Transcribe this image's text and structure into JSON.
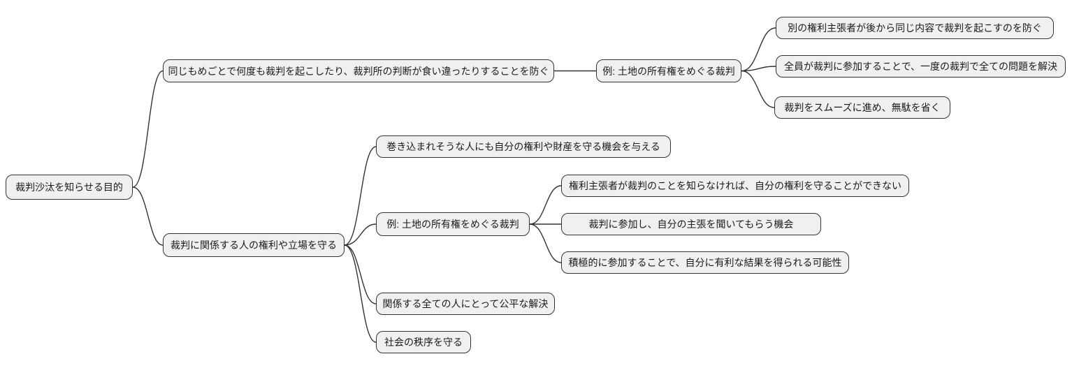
{
  "colors": {
    "background": "#ffffff",
    "node_fill": "#f0f0f0",
    "node_border": "#333333",
    "edge": "#333333"
  },
  "mindmap": {
    "root": {
      "label": "裁判沙汰を知らせる目的"
    },
    "branches": [
      {
        "label": "同じもめごとで何度も裁判を起こしたり、裁判所の判断が食い違ったりすることを防ぐ",
        "children": [
          {
            "label": "例: 土地の所有権をめぐる裁判",
            "children": [
              {
                "label": "別の権利主張者が後から同じ内容で裁判を起こすのを防ぐ"
              },
              {
                "label": "全員が裁判に参加することで、一度の裁判で全ての問題を解決"
              },
              {
                "label": "裁判をスムーズに進め、無駄を省く"
              }
            ]
          }
        ]
      },
      {
        "label": "裁判に関係する人の権利や立場を守る",
        "children": [
          {
            "label": "巻き込まれそうな人にも自分の権利や財産を守る機会を与える"
          },
          {
            "label": "例: 土地の所有権をめぐる裁判",
            "children": [
              {
                "label": "権利主張者が裁判のことを知らなければ、自分の権利を守ることができない"
              },
              {
                "label": "裁判に参加し、自分の主張を聞いてもらう機会"
              },
              {
                "label": "積極的に参加することで、自分に有利な結果を得られる可能性"
              }
            ]
          },
          {
            "label": "関係する全ての人にとって公平な解決"
          },
          {
            "label": "社会の秩序を守る"
          }
        ]
      }
    ]
  }
}
